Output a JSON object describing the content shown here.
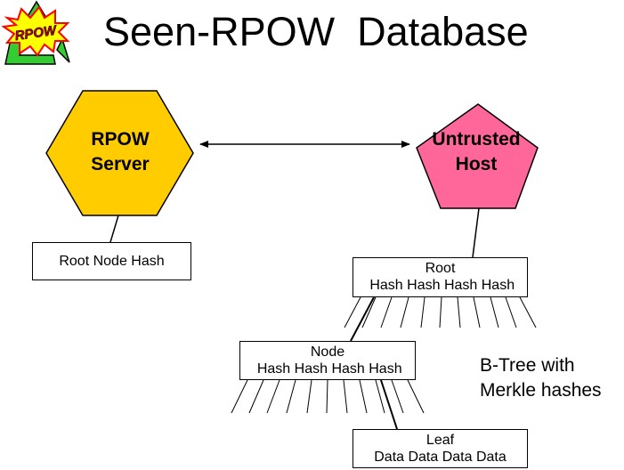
{
  "title": "Seen-RPOW  Database",
  "logo": {
    "text": "RPOW",
    "icon": "recycle-icon",
    "colors": {
      "arrow": "#33cc33",
      "burst": "#ffff00",
      "burst_outline": "#ff0000",
      "text": "#cc0000",
      "shadow": "#000000"
    }
  },
  "server": {
    "label_line1": "RPOW",
    "label_line2": "Server",
    "fill": "#ffcc00",
    "shape": "hexagon"
  },
  "host": {
    "label_line1": "Untrusted",
    "label_line2": "Host",
    "fill": "#ff6699",
    "shape": "pentagon"
  },
  "root_node_hash_box": {
    "text": "Root Node Hash"
  },
  "root_box": {
    "line1": "Root",
    "line2": " Hash Hash Hash Hash"
  },
  "node_box": {
    "line1": "Node",
    "line2": " Hash Hash Hash Hash"
  },
  "leaf_box": {
    "line1": "Leaf",
    "line2": "Data Data Data Data"
  },
  "note": {
    "line1": "B-Tree with",
    "line2": "Merkle hashes"
  },
  "connector": {
    "type": "double-headed-arrow"
  }
}
